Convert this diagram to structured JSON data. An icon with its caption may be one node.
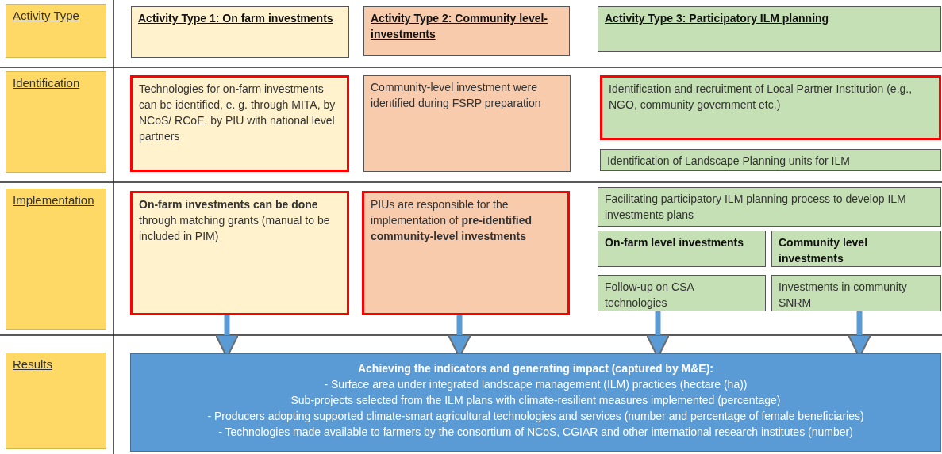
{
  "diagram": {
    "nodes": [
      {
        "text": [
          "Activity Type"
        ]
      },
      {
        "text": [
          "Activity Type 1: On farm investments"
        ]
      },
      {
        "text": [
          "Activity Type 2: Community level-investments"
        ]
      },
      {
        "text": [
          "Activity Type 3: Participatory ILM planning"
        ]
      },
      {
        "text": [
          "Identification"
        ]
      },
      {
        "text": [
          "Technologies for on-farm investments can be identified, e. g. through MITA, by NCoS/ RCoE, by PIU with national level partners"
        ]
      },
      {
        "text": [
          "Community-level investment were identified during FSRP preparation"
        ]
      },
      {
        "text": [
          "Identification and recruitment of Local Partner Institution (e.g., NGO, community government etc.)"
        ]
      },
      {
        "text": [
          "Identification of Landscape Planning units for ILM"
        ]
      },
      {
        "text": [
          "Implementation"
        ]
      },
      {
        "text": [
          "**On-farm investments can be done** through matching grants (manual to be included in PIM)"
        ]
      },
      {
        "text": [
          "PIUs are responsible for the implementation of **pre-identified community-level investments**"
        ]
      },
      {
        "text": [
          "Facilitating participatory ILM planning process to develop ILM investments plans"
        ]
      },
      {
        "text": [
          "On-farm level investments"
        ]
      },
      {
        "text": [
          "Community level investments"
        ]
      },
      {
        "text": [
          "Follow-up on CSA technologies"
        ]
      },
      {
        "text": [
          "Investments in community SNRM"
        ]
      },
      {
        "text": [
          "Results"
        ]
      },
      {
        "text": [
          "Achieving the indicators and generating impact (captured by M&E):",
          "- Surface area under integrated landscape management (ILM) practices (hectare (ha))",
          "Sub-projects selected from the ILM plans with climate-resilient measures implemented (percentage)",
          "- Producers adopting supported climate-smart agricultural technologies and services (number and percentage of female beneficiaries)",
          "- Technologies made available to farmers by the consortium of NCoS, CGIAR and other international research institutes (number)"
        ]
      }
    ],
    "edges": [
      {
        "from": 10,
        "to": 18,
        "arrow": "to"
      },
      {
        "from": 11,
        "to": 18,
        "arrow": "to"
      },
      {
        "from": 15,
        "to": 18,
        "arrow": "to"
      },
      {
        "from": 16,
        "to": 18,
        "arrow": "to"
      }
    ]
  }
}
